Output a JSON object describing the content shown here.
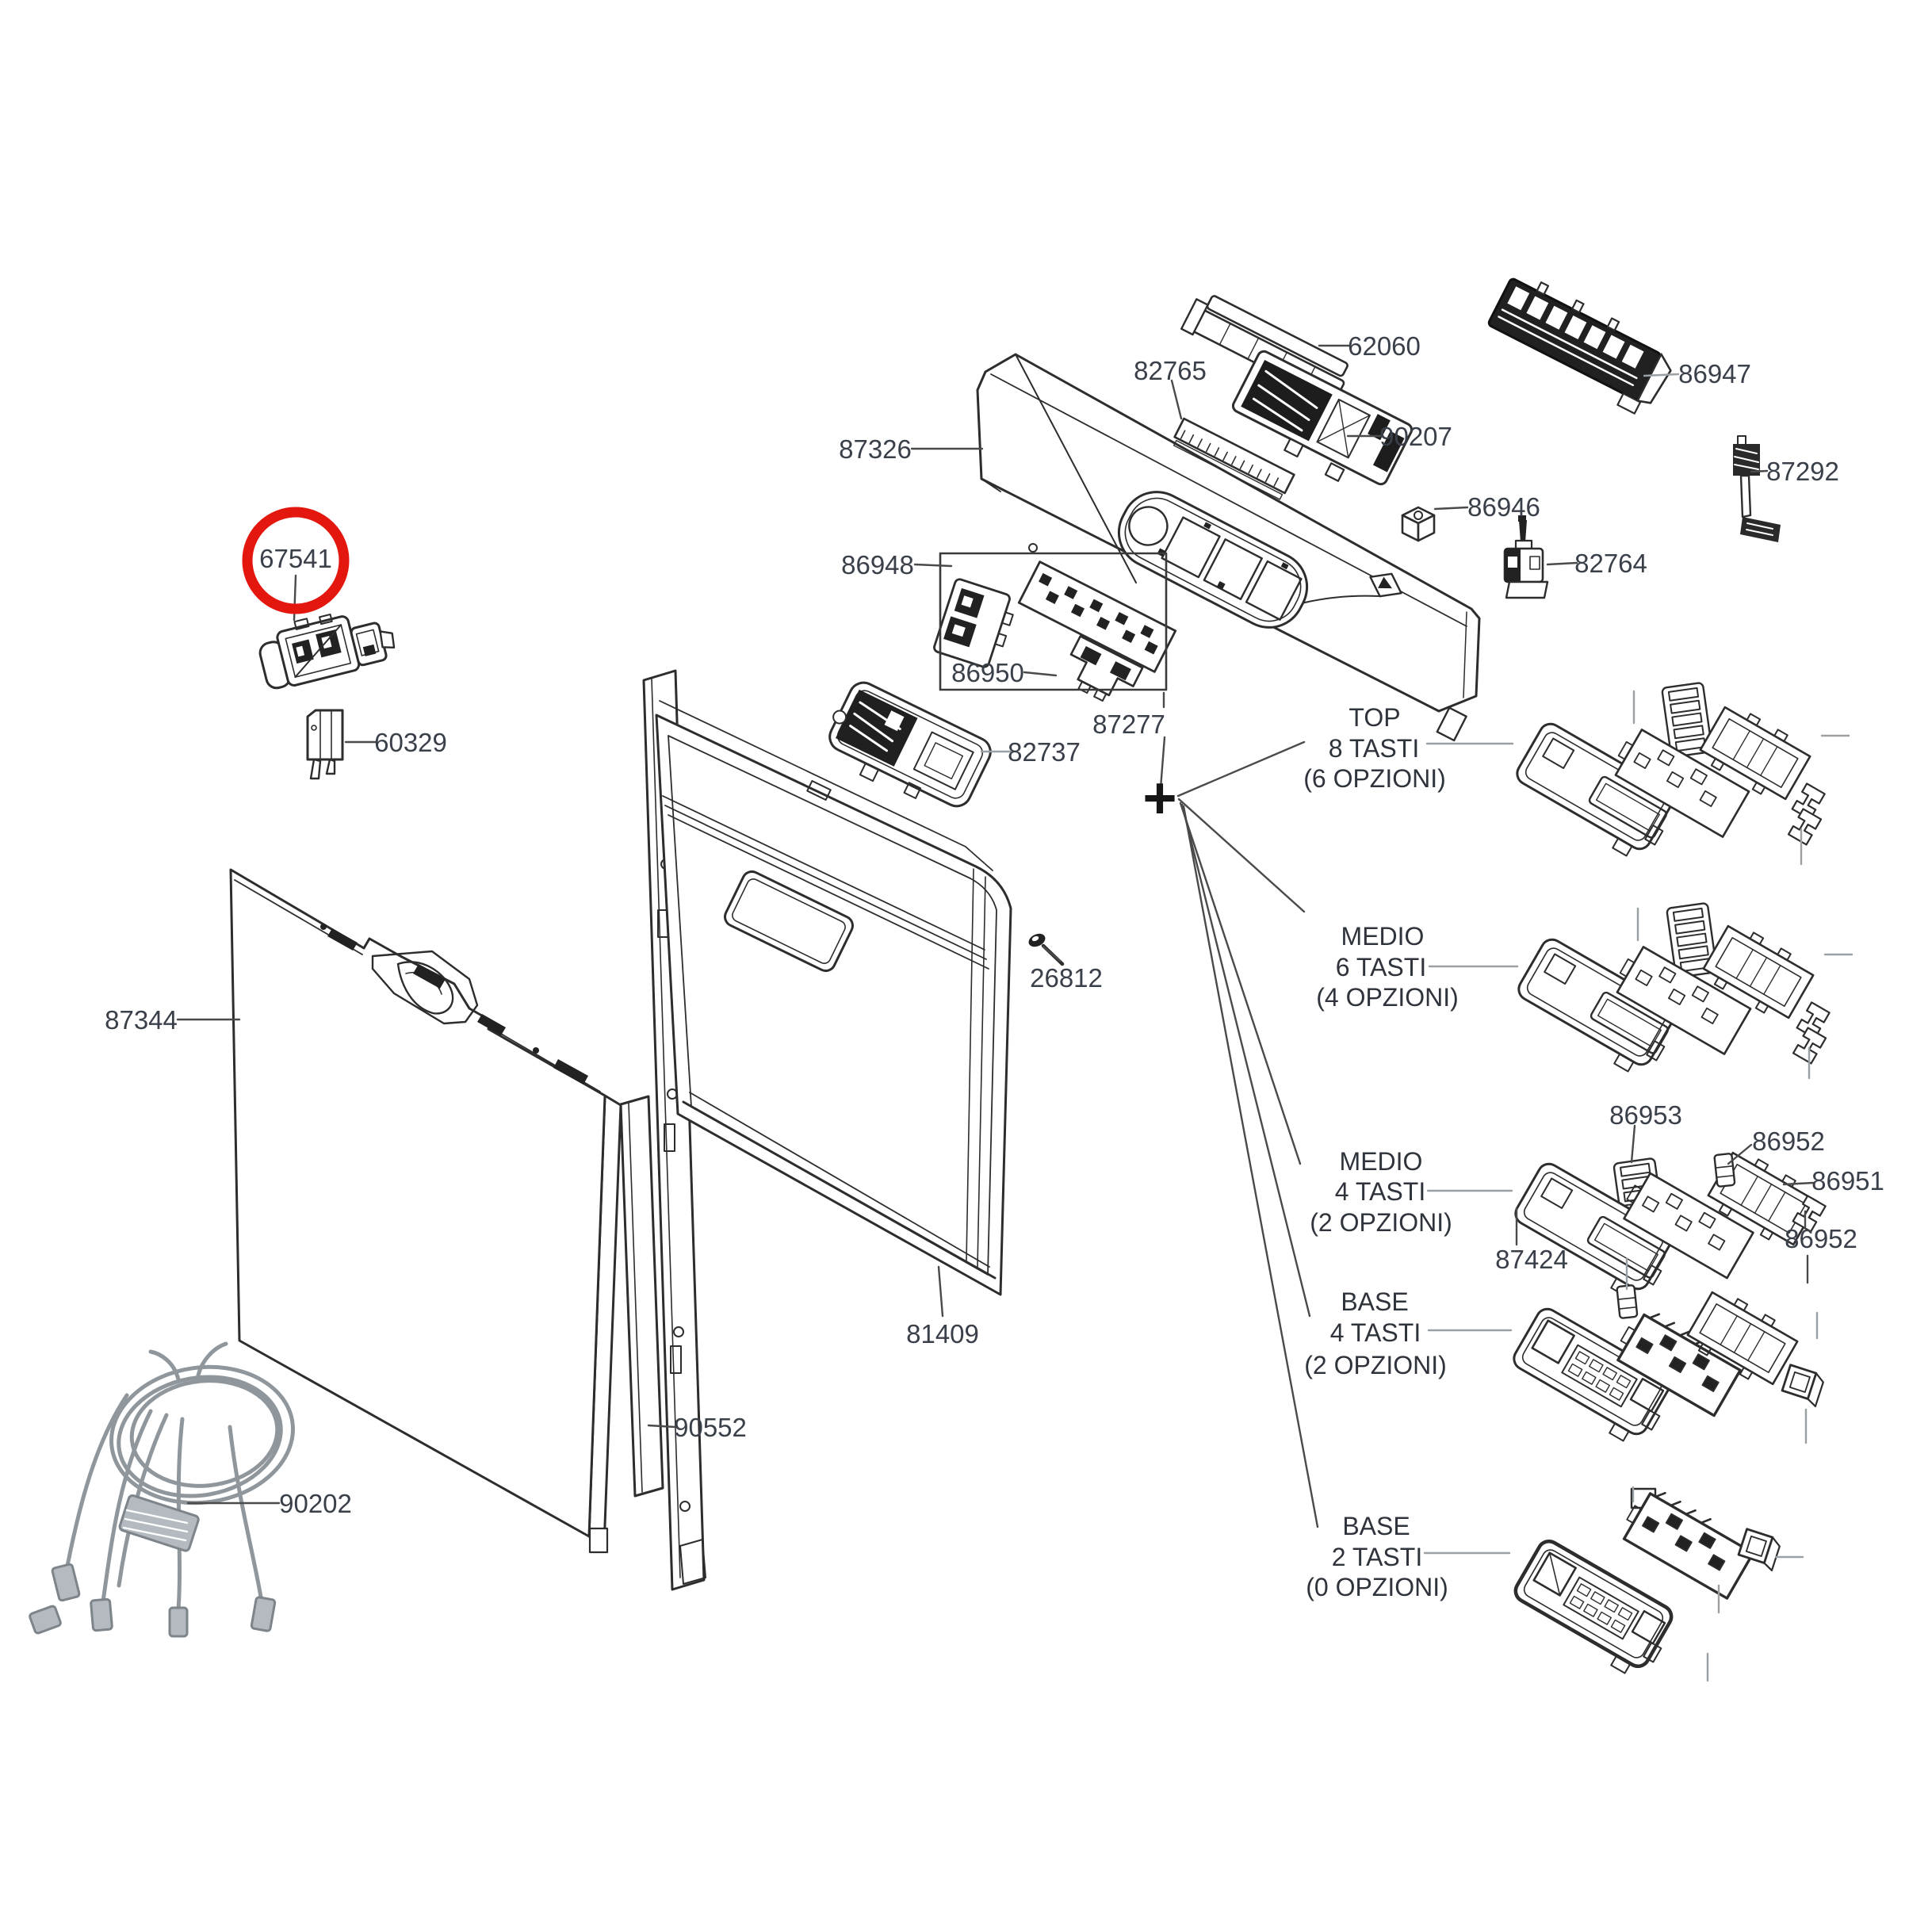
{
  "colors": {
    "highlight_red": "#e3170d",
    "line_dark": "#2d2d2d",
    "leader_dark": "#4a4a4a",
    "leader_gray": "#9aa0a4",
    "label_color": "#3a4049",
    "background": "#ffffff"
  },
  "highlight": {
    "circled_part": "67541"
  },
  "symbols": {
    "branch_plus": "+"
  },
  "part_labels": {
    "67541": "67541",
    "60329": "60329",
    "87344": "87344",
    "90202": "90202",
    "90552": "90552",
    "81409": "81409",
    "87326": "87326",
    "82765": "82765",
    "62060": "62060",
    "90207": "90207",
    "86946": "86946",
    "82764": "82764",
    "86947": "86947",
    "87292": "87292",
    "86948": "86948",
    "86950": "86950",
    "87277": "87277",
    "82737": "82737",
    "26812": "26812",
    "86953": "86953",
    "86952": "86952",
    "86951": "86951",
    "87424": "87424"
  },
  "config_options": [
    {
      "tier": "TOP",
      "buttons": "8 TASTI",
      "options": "(6 OPZIONI)"
    },
    {
      "tier": "MEDIO",
      "buttons": "6 TASTI",
      "options": "(4 OPZIONI)"
    },
    {
      "tier": "MEDIO",
      "buttons": "4 TASTI",
      "options": "(2 OPZIONI)"
    },
    {
      "tier": "BASE",
      "buttons": "4 TASTI",
      "options": "(2 OPZIONI)"
    },
    {
      "tier": "BASE",
      "buttons": "2 TASTI",
      "options": "(0 OPZIONI)"
    }
  ]
}
